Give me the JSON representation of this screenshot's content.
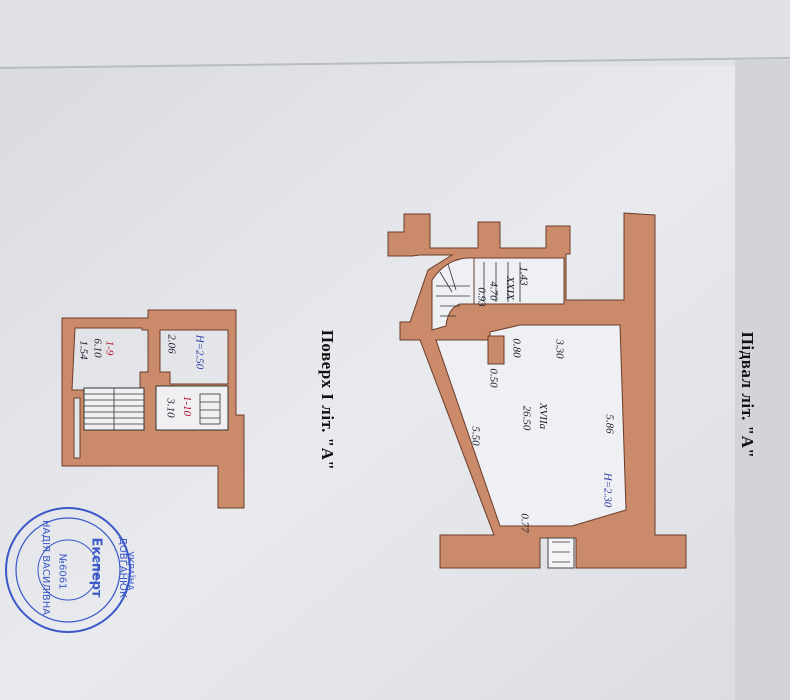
{
  "basement": {
    "title": "Підвал літ. \"А\"",
    "room_small": {
      "number": "XXIX",
      "area": "4.70"
    },
    "room_large": {
      "number": "XVIIa",
      "area": "26.50"
    },
    "height": "Н=2.30",
    "dims": [
      "1.43",
      "0.93",
      "0.80",
      "0.50",
      "3.30",
      "5.86",
      "5.50",
      "0.77"
    ]
  },
  "floor1": {
    "title": "Поверх І літ. \"А\"",
    "room_9": {
      "number": "1-9",
      "area": "6.10",
      "width": "1.54"
    },
    "room_10": {
      "number": "1-10",
      "area": "3.10"
    },
    "height": "Н=2.50",
    "dims": [
      "2.06"
    ]
  },
  "stamp": {
    "line1": "Експерт",
    "line2": "ДОВГАНЮК",
    "line3": "НАДІЯ ВАСИЛІВНА",
    "line4": "УКРАЇНА",
    "reg": "№6061"
  },
  "colors": {
    "wall": "#cb8a69",
    "wall_stroke": "#6a3d2b",
    "paper": "#e6e8ec",
    "stamp": "#3a58c8"
  }
}
